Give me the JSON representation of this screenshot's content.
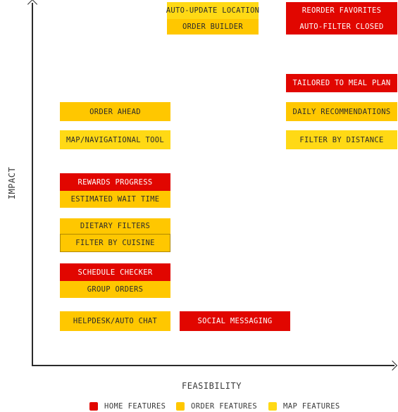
{
  "axes": {
    "x_label": "FEASIBILITY",
    "y_label": "IMPACT"
  },
  "colors": {
    "home": "#e10600",
    "order": "#ffc700",
    "map": "#ffd915",
    "home_text": "#ffffff",
    "order_text": "#2b2b2b",
    "map_text": "#2b2b2b"
  },
  "legend": [
    {
      "label": "HOME FEATURES",
      "category": "home"
    },
    {
      "label": "ORDER FEATURES",
      "category": "order"
    },
    {
      "label": "MAP FEATURES",
      "category": "map"
    }
  ],
  "features": [
    {
      "label": "AUTO-UPDATE LOCATION",
      "category": "map"
    },
    {
      "label": "ORDER BUILDER",
      "category": "order"
    },
    {
      "label": "REORDER FAVORITES",
      "category": "home"
    },
    {
      "label": "AUTO-FILTER CLOSED",
      "category": "home"
    },
    {
      "label": "TAILORED TO MEAL PLAN",
      "category": "home"
    },
    {
      "label": "ORDER AHEAD",
      "category": "order"
    },
    {
      "label": "DAILY RECOMMENDATIONS",
      "category": "order"
    },
    {
      "label": "MAP/NAVIGATIONAL TOOL",
      "category": "map"
    },
    {
      "label": "FILTER BY DISTANCE",
      "category": "map"
    },
    {
      "label": "REWARDS PROGRESS",
      "category": "home"
    },
    {
      "label": "ESTIMATED WAIT TIME",
      "category": "order"
    },
    {
      "label": "DIETARY FILTERS",
      "category": "order"
    },
    {
      "label": "FILTER BY CUISINE",
      "category": "order",
      "outlined": true
    },
    {
      "label": "SCHEDULE CHECKER",
      "category": "home"
    },
    {
      "label": "GROUP ORDERS",
      "category": "order"
    },
    {
      "label": "HELPDESK/AUTO CHAT",
      "category": "order"
    },
    {
      "label": "SOCIAL MESSAGING",
      "category": "home"
    }
  ]
}
